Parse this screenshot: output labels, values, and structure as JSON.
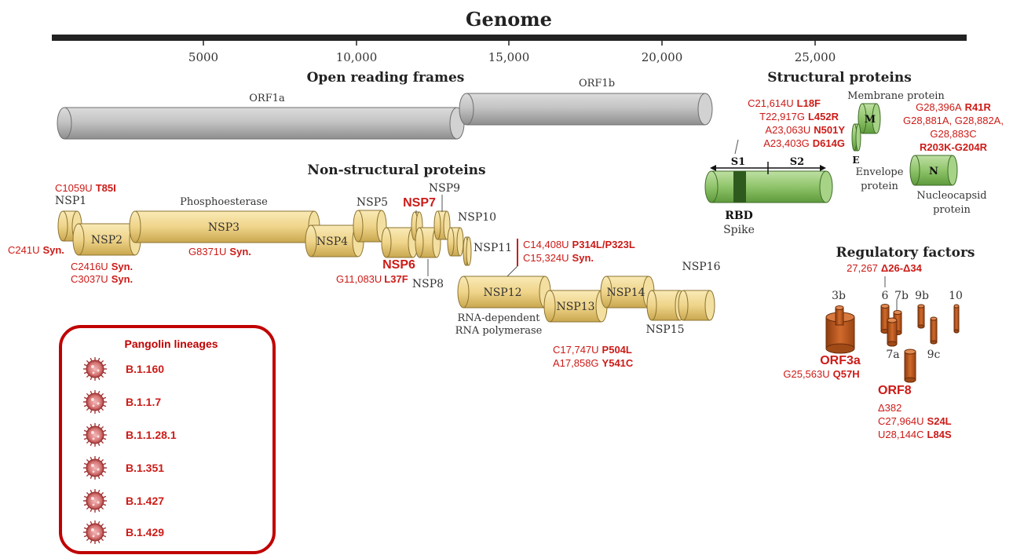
{
  "title": "Genome",
  "axis_ticks": [
    "5000",
    "10,000",
    "15,000",
    "20,000",
    "25,000"
  ],
  "sections": {
    "orf": "Open reading frames",
    "structural": "Structural proteins",
    "nonstructural": "Non-structural proteins",
    "regulatory": "Regulatory factors"
  },
  "orfs": {
    "orf1a": "ORF1a",
    "orf1b": "ORF1b"
  },
  "nsp": {
    "nsp1": "NSP1",
    "nsp2": "NSP2",
    "nsp3": "NSP3",
    "nsp4": "NSP4",
    "nsp5": "NSP5",
    "nsp6": "NSP6",
    "nsp7": "NSP7",
    "nsp8": "NSP8",
    "nsp9": "NSP9",
    "nsp10": "NSP10",
    "nsp11": "NSP11",
    "nsp12": "NSP12",
    "nsp13": "NSP13",
    "nsp14": "NSP14",
    "nsp15": "NSP15",
    "nsp16": "NSP16",
    "phospho": "Phosphoesterase",
    "rdrp1": "RNA-dependent",
    "rdrp2": "RNA polymerase"
  },
  "nsp_mutations": {
    "nsp1": {
      "pos": "C1059U",
      "aa": "T85I"
    },
    "nsp1_syn": {
      "pos": "C241U",
      "aa": "Syn."
    },
    "nsp2_a": {
      "pos": "C2416U",
      "aa": "Syn."
    },
    "nsp2_b": {
      "pos": "C3037U",
      "aa": "Syn."
    },
    "nsp3": {
      "pos": "G8371U",
      "aa": "Syn."
    },
    "nsp6": {
      "pos": "G11,083U",
      "aa": "L37F"
    },
    "nsp12_a": {
      "pos": "C14,408U",
      "aa": "P314L/P323L"
    },
    "nsp12_b": {
      "pos": "C15,324U",
      "aa": "Syn."
    },
    "nsp13_a": {
      "pos": "C17,747U",
      "aa": "P504L"
    },
    "nsp13_b": {
      "pos": "A17,858G",
      "aa": "Y541C"
    }
  },
  "structural": {
    "s1": "S1",
    "s2": "S2",
    "rbd": "RBD",
    "spike": "Spike",
    "membrane": "Membrane protein",
    "m": "M",
    "e": "E",
    "envelope1": "Envelope",
    "envelope2": "protein",
    "n": "N",
    "nucleo1": "Nucleocapsid",
    "nucleo2": "protein",
    "spike_muts": [
      {
        "pos": "C21,614U",
        "aa": "L18F"
      },
      {
        "pos": "T22,917G",
        "aa": "L452R"
      },
      {
        "pos": "A23,063U",
        "aa": "N501Y"
      },
      {
        "pos": "A23,403G",
        "aa": "D614G"
      }
    ],
    "n_mut1": {
      "pos": "G28,396A",
      "aa": "R41R"
    },
    "n_mut2": "G28,881A, G28,882A,",
    "n_mut3": "G28,883C",
    "n_mut4": "R203K-G204R"
  },
  "regulatory": {
    "del_pos": "27,267",
    "del_aa": "Δ26-Δ34",
    "orf3b": "3b",
    "orf6": "6",
    "orf7b": "7b",
    "orf9b": "9b",
    "orf10": "10",
    "orf7a": "7a",
    "orf9c": "9c",
    "orf3a": "ORF3a",
    "orf3a_mut": {
      "pos": "G25,563U",
      "aa": "Q57H"
    },
    "orf8": "ORF8",
    "orf8_del": "Δ382",
    "orf8_m1": {
      "pos": "C27,964U",
      "aa": "S24L"
    },
    "orf8_m2": {
      "pos": "U28,144C",
      "aa": "L84S"
    }
  },
  "lineages": {
    "title": "Pangolin lineages",
    "items": [
      "B.1.160",
      "B.1.1.7",
      "B.1.1.28.1",
      "B.1.351",
      "B.1.427",
      "B.1.429"
    ]
  },
  "colors": {
    "genome_bar": "#222222",
    "orf_grey": "#b3b3b3",
    "nsp_yellow": "#f0d88a",
    "structural_green": "#8fc46a",
    "rbd_dark": "#2e5a1e",
    "regulatory_brown": "#b8531c",
    "mutation_red": "#cc1b17"
  }
}
